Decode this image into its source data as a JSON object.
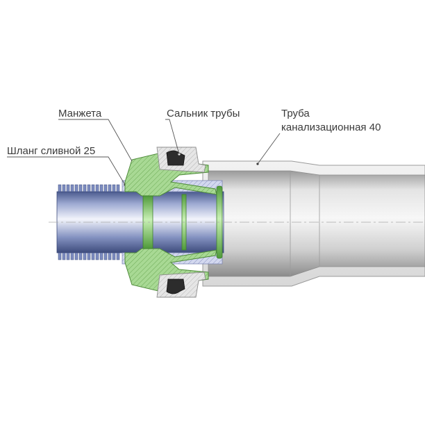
{
  "labels": {
    "cuff": "Манжета",
    "pipe_seal": "Сальник трубы",
    "pipe_line1": "Труба",
    "pipe_line2": "канализационная 40",
    "hose": "Шланг сливной 25"
  },
  "colors": {
    "cuff_green": "#9fd38a",
    "seal_dark": "#2c2c2c",
    "hatch_blue": "#c5cbe6",
    "pipe_gray": "#bdbdbd",
    "hose_blue": "#5a6ea8"
  }
}
